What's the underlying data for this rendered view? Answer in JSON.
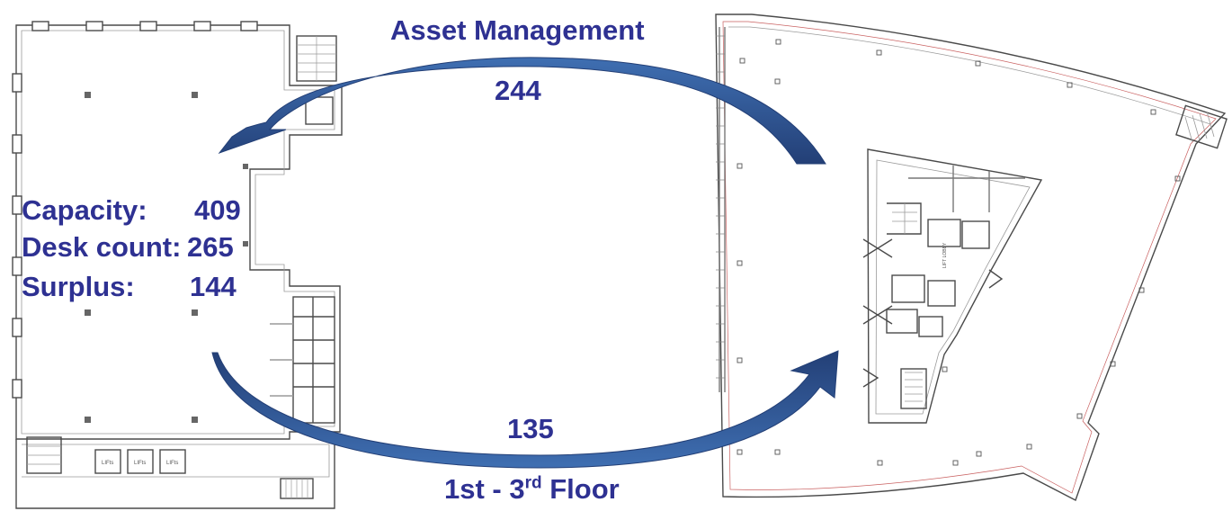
{
  "colors": {
    "text": "#2E3192",
    "arrow_fill": "#3F6FB2",
    "arrow_dark": "#233F76",
    "plan_line": "#4a4a4a",
    "plan_light": "#9a9a9a",
    "marker": "#555555"
  },
  "top_flow": {
    "title": "Asset Management",
    "value": "244",
    "direction": "right-plan-to-left-plan"
  },
  "bottom_flow": {
    "value": "135",
    "title_main": "1st - 3",
    "title_sup": "rd",
    "title_tail": " Floor",
    "direction": "left-plan-to-right-plan"
  },
  "stats": {
    "capacity_label": "Capacity:",
    "capacity_value": "409",
    "desk_count_label": "Desk count:",
    "desk_count_value": "265",
    "surplus_label": "Surplus:",
    "surplus_value": "144"
  },
  "plans": {
    "left_plan": "rectangular-floor-plan",
    "right_plan": "curved-wedge-floor-plan",
    "lift_labels": [
      "LIFts",
      "LIFts",
      "LIFts"
    ],
    "core_label": "LIFT LOBBY"
  }
}
